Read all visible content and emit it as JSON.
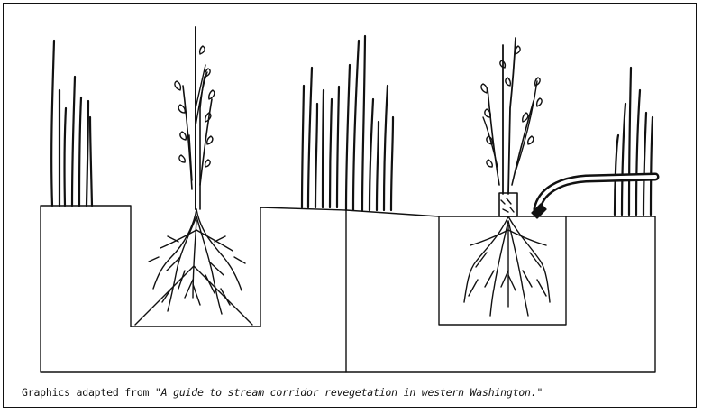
{
  "caption": {
    "prefix": "Graphics adapted from ",
    "title": "\"A guide to stream corridor revegetation in western Washington.\""
  },
  "colors": {
    "ink": "#111111",
    "paper": "#ffffff"
  },
  "panels": [
    {
      "name": "left-panel",
      "description_icon": "bare-root-plant-on-soil-mound-icon"
    },
    {
      "name": "right-panel",
      "description_icon": "container-plant-with-watering-hose-icon"
    }
  ]
}
